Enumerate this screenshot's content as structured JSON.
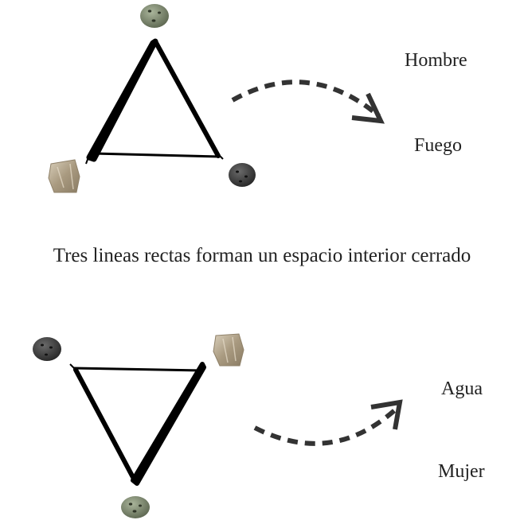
{
  "top": {
    "labels": [
      "Hombre",
      "Fuego"
    ]
  },
  "caption": "Tres lineas rectas forman un espacio interior cerrado",
  "bottom": {
    "labels": [
      "Agua",
      "Mujer"
    ]
  },
  "stones": {
    "green": "#7e8870",
    "dark": "#3e3e3e",
    "quartz": "#b8ac96"
  },
  "stroke_color": "#000000",
  "arrow_color": "#333333"
}
